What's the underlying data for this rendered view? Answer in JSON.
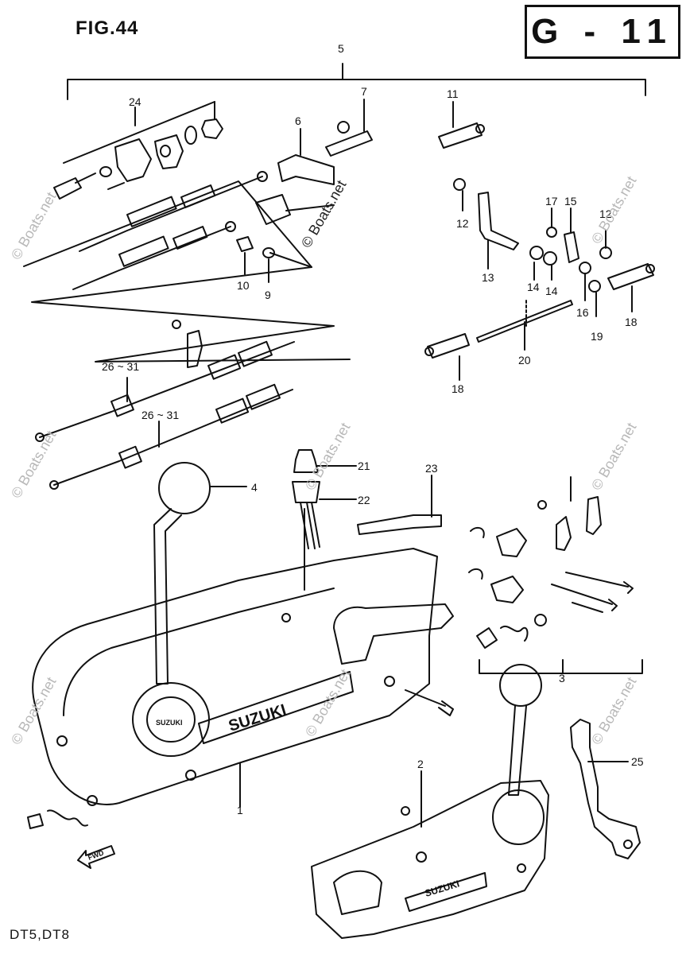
{
  "header": {
    "fig_title": "FIG.44",
    "page_code": "G - 11"
  },
  "footer": {
    "models": "DT5,DT8"
  },
  "watermark": "© Boats.net",
  "callouts": {
    "c1": "1",
    "c2": "2",
    "c3": "3",
    "c4": "4",
    "c5": "5",
    "c6": "6",
    "c7": "7",
    "c9": "9",
    "c10": "10",
    "c11": "11",
    "c12a": "12",
    "c12b": "12",
    "c13": "13",
    "c14a": "14",
    "c14b": "14",
    "c15": "15",
    "c16": "16",
    "c17": "17",
    "c18a": "18",
    "c18b": "18",
    "c19": "19",
    "c20": "20",
    "c21": "21",
    "c22": "22",
    "c23": "23",
    "c24": "24",
    "c25": "25",
    "c26a": "26 ~ 31",
    "c26b": "26 ~ 31"
  },
  "part_markings": {
    "brand_main": "SUZUKI",
    "brand_small": "SUZUKI",
    "hub_main": "SUZUKI",
    "arrow_label": "FWD"
  }
}
